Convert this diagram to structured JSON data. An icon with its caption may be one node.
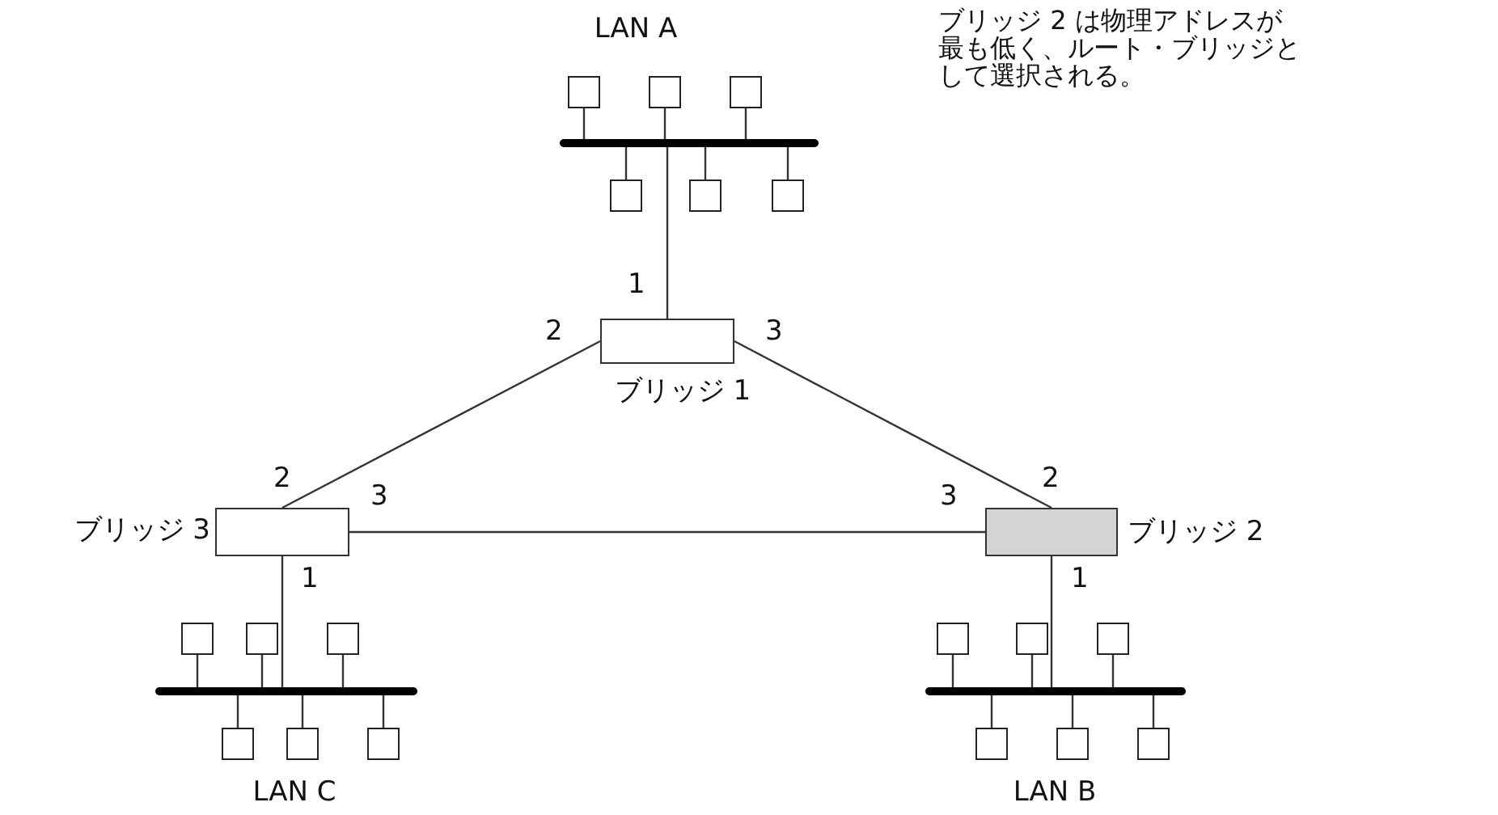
{
  "diagram": {
    "nodes": [
      {
        "text": [],
        "shape": "bar"
      },
      {
        "text": [],
        "shape": "box"
      },
      {
        "text": [],
        "shape": "box"
      },
      {
        "text": [],
        "shape": "box"
      },
      {
        "text": [],
        "shape": "box"
      },
      {
        "text": [],
        "shape": "box"
      },
      {
        "text": [],
        "shape": "box"
      },
      {
        "text": [],
        "shape": "box",
        "beside": [
          "ブリッジ 1"
        ]
      },
      {
        "text": [],
        "shape": "box",
        "beside": [
          "ブリッジ 3"
        ]
      },
      {
        "text": [],
        "shape": "box",
        "beside": [
          "ブリッジ 2"
        ]
      },
      {
        "text": [],
        "shape": "bar"
      },
      {
        "text": [],
        "shape": "box"
      },
      {
        "text": [],
        "shape": "box"
      },
      {
        "text": [],
        "shape": "box"
      },
      {
        "text": [],
        "shape": "box"
      },
      {
        "text": [],
        "shape": "box"
      },
      {
        "text": [],
        "shape": "box"
      },
      {
        "text": [],
        "shape": "bar"
      },
      {
        "text": [],
        "shape": "box"
      },
      {
        "text": [],
        "shape": "box"
      },
      {
        "text": [],
        "shape": "box"
      },
      {
        "text": [],
        "shape": "box"
      },
      {
        "text": [],
        "shape": "box"
      },
      {
        "text": [],
        "shape": "box"
      }
    ],
    "edges": [
      {
        "from": 1,
        "to": 0,
        "arrow": "none"
      },
      {
        "from": 2,
        "to": 0,
        "arrow": "none"
      },
      {
        "from": 3,
        "to": 0,
        "arrow": "none"
      },
      {
        "from": 0,
        "to": 4,
        "arrow": "none"
      },
      {
        "from": 0,
        "to": 5,
        "arrow": "none"
      },
      {
        "from": 0,
        "to": 6,
        "arrow": "none"
      },
      {
        "from": 0,
        "to": 7,
        "arrow": "none"
      },
      {
        "from": 7,
        "to": 8,
        "arrow": "none"
      },
      {
        "from": 7,
        "to": 9,
        "arrow": "none"
      },
      {
        "from": 8,
        "to": 9,
        "arrow": "none"
      },
      {
        "from": 8,
        "to": 10,
        "arrow": "none"
      },
      {
        "from": 9,
        "to": 17,
        "arrow": "none"
      },
      {
        "from": 11,
        "to": 10,
        "arrow": "none"
      },
      {
        "from": 12,
        "to": 10,
        "arrow": "none"
      },
      {
        "from": 13,
        "to": 10,
        "arrow": "none"
      },
      {
        "from": 10,
        "to": 14,
        "arrow": "none"
      },
      {
        "from": 10,
        "to": 15,
        "arrow": "none"
      },
      {
        "from": 10,
        "to": 16,
        "arrow": "none"
      },
      {
        "from": 18,
        "to": 17,
        "arrow": "none"
      },
      {
        "from": 19,
        "to": 17,
        "arrow": "none"
      },
      {
        "from": 20,
        "to": 17,
        "arrow": "none"
      },
      {
        "from": 17,
        "to": 21,
        "arrow": "none"
      },
      {
        "from": 17,
        "to": 22,
        "arrow": "none"
      },
      {
        "from": 17,
        "to": 23,
        "arrow": "none"
      }
    ],
    "labels": [
      "LAN A",
      "ブリッジ 2 は物理アドレスが最も低く、ルート・ブリッジとして選択される。",
      "1",
      "2",
      "3",
      "2",
      "3",
      "3",
      "2",
      "1",
      "1",
      "LAN C",
      "LAN B"
    ]
  }
}
